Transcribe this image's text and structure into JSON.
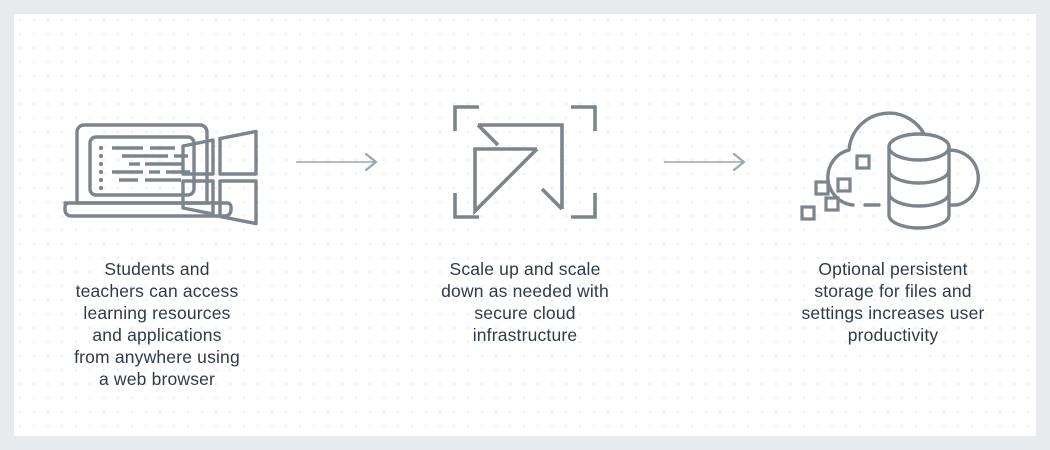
{
  "theme": {
    "frame_color": "#e7ebee",
    "panel_color": "#ffffff",
    "dot_color": "#f3e9ec",
    "icon_stroke": "#7b858d",
    "text_color": "#2f3a49",
    "arrow_color": "#9aa7ad"
  },
  "diagram": {
    "title": "",
    "steps": [
      {
        "id": "access",
        "icon": "laptop-windows-icon",
        "caption": "Students and\nteachers can access\nlearning resources\nand applications\nfrom anywhere using\na web browser"
      },
      {
        "id": "scale",
        "icon": "scale-resize-icon",
        "caption": "Scale up and scale\ndown as needed with\nsecure cloud\ninfrastructure"
      },
      {
        "id": "storage",
        "icon": "cloud-database-icon",
        "caption": "Optional persistent\nstorage for files and\nsettings increases user\nproductivity"
      }
    ],
    "connectors": [
      {
        "id": "arrow-1",
        "icon": "arrow-right-icon"
      },
      {
        "id": "arrow-2",
        "icon": "arrow-right-icon"
      }
    ]
  }
}
